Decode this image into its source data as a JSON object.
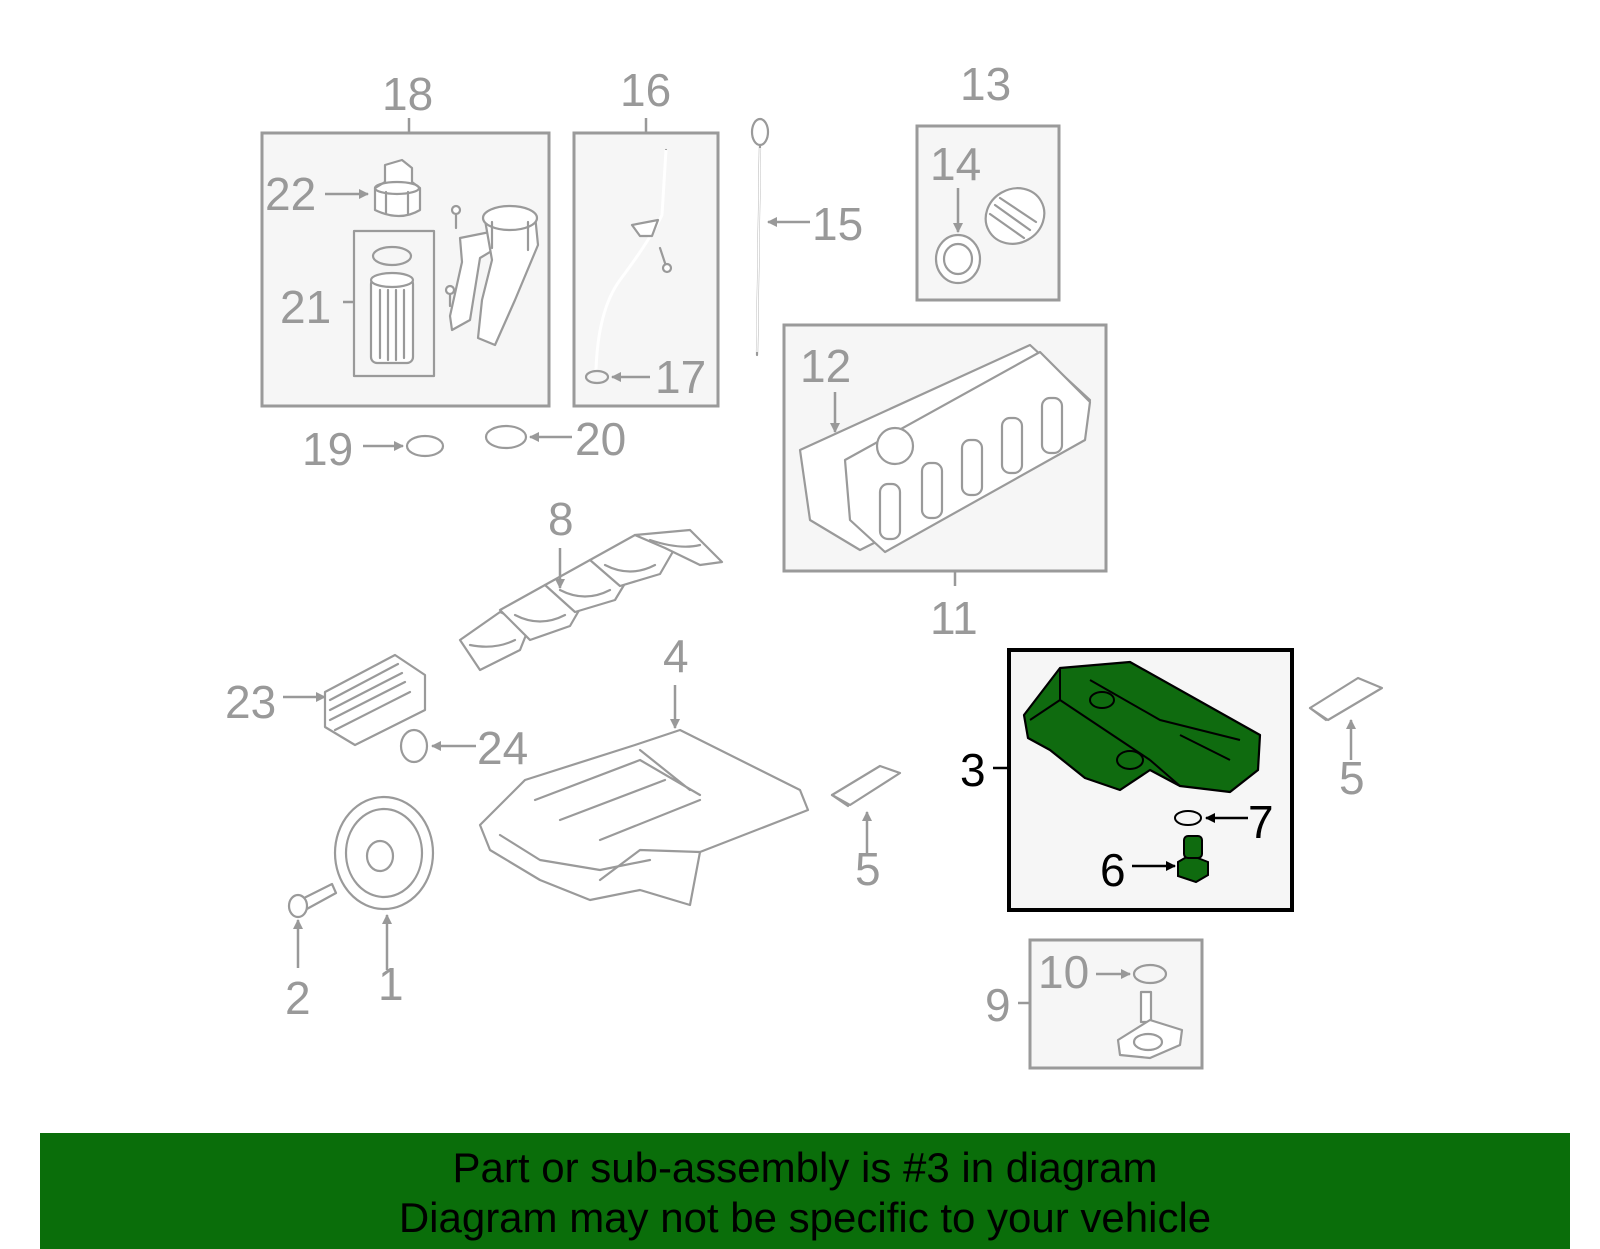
{
  "callouts": {
    "c1": "1",
    "c2": "2",
    "c3": "3",
    "c4": "4",
    "c5a": "5",
    "c5b": "5",
    "c6": "6",
    "c7": "7",
    "c8": "8",
    "c9": "9",
    "c10": "10",
    "c11": "11",
    "c12": "12",
    "c13": "13",
    "c14": "14",
    "c15": "15",
    "c16": "16",
    "c17": "17",
    "c18": "18",
    "c19": "19",
    "c20": "20",
    "c21": "21",
    "c22": "22",
    "c23": "23",
    "c24": "24"
  },
  "highlight": {
    "part_number": "3",
    "color": "#0f6b0f"
  },
  "colors": {
    "banner": "#0a6e0a",
    "line_gray": "#9a9a9a",
    "highlight_box": "#000000"
  },
  "footer": {
    "line1": "Part or sub-assembly is #3 in diagram",
    "line2": "Diagram may not be specific to your vehicle"
  }
}
